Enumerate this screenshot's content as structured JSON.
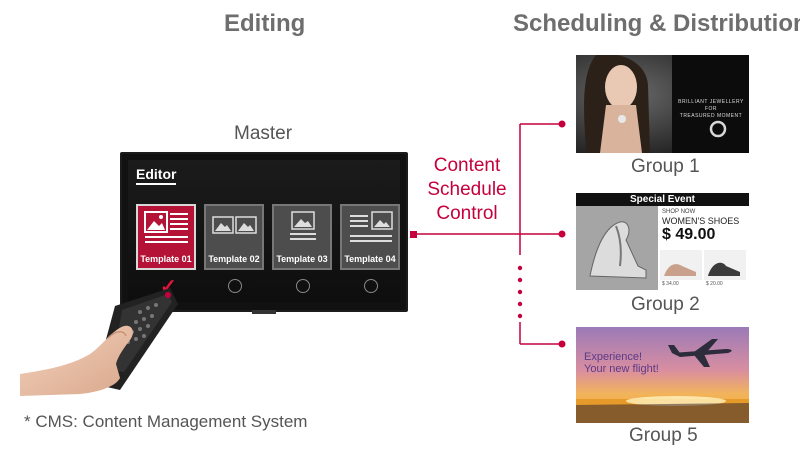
{
  "headings": {
    "editing": "Editing",
    "scheduling": "Scheduling & Distribution"
  },
  "master_label": "Master",
  "tv": {
    "editor_title": "Editor",
    "templates": [
      "Template 01",
      "Template 02",
      "Template 03",
      "Template 04"
    ],
    "selected_index": 0
  },
  "control_text": [
    "Content",
    "Schedule",
    "Control"
  ],
  "groups": [
    {
      "label": "Group 1",
      "ad_text": [
        "BRILLIANT JEWELLERY",
        "FOR",
        "TREASURED MOMENT"
      ]
    },
    {
      "label": "Group 2",
      "banner": "Special Event",
      "shop_now": "SHOP NOW",
      "title": "WOMEN'S SHOES",
      "price": "$ 49.00",
      "small_prices": [
        "$ 34.00",
        "$ 20.00"
      ]
    },
    {
      "label": "Group 5",
      "ad_text": [
        "Experience!",
        "Your new flight!"
      ]
    }
  ],
  "footnote": "* CMS: Content Management System",
  "colors": {
    "accent": "#c5003d",
    "heading": "#6e6e6e"
  }
}
